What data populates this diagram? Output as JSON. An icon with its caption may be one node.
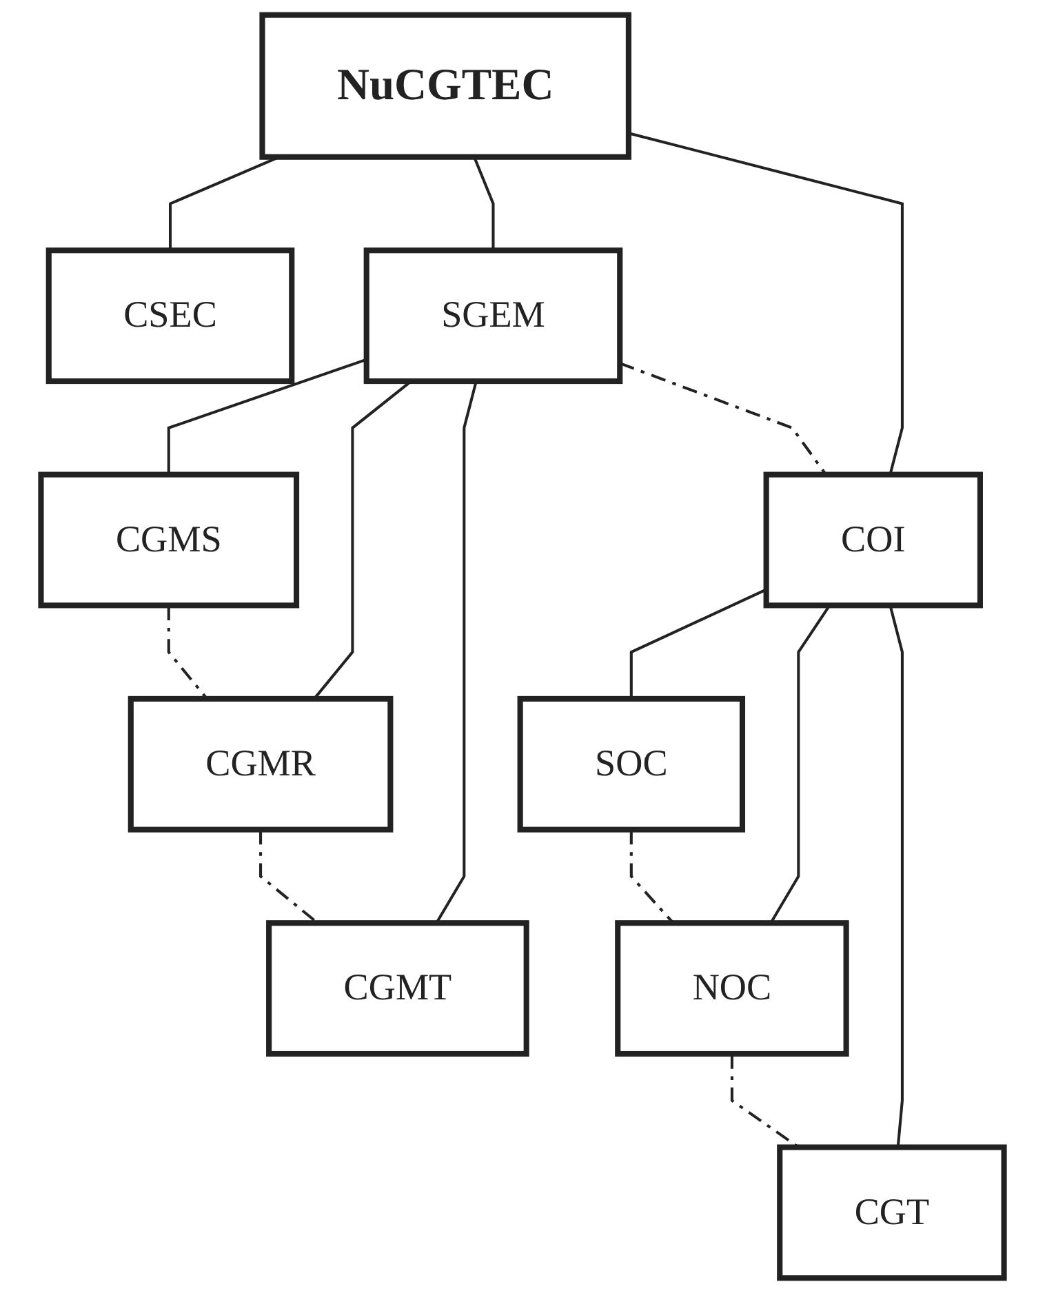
{
  "diagram": {
    "nodes": [
      {
        "text": [
          "NuCGTEC"
        ]
      },
      {
        "text": [
          "CSEC"
        ]
      },
      {
        "text": [
          "SGEM"
        ]
      },
      {
        "text": [
          "COI"
        ]
      },
      {
        "text": [
          "CGMS"
        ]
      },
      {
        "text": [
          "CGMR"
        ]
      },
      {
        "text": [
          "CGMT"
        ]
      },
      {
        "text": [
          "SOC"
        ]
      },
      {
        "text": [
          "NOC"
        ]
      },
      {
        "text": [
          "CGT"
        ]
      }
    ],
    "edges": [
      {
        "from": 0,
        "to": 1,
        "arrow": "none"
      },
      {
        "from": 0,
        "to": 2,
        "arrow": "none"
      },
      {
        "from": 0,
        "to": 3,
        "arrow": "none"
      },
      {
        "from": 2,
        "to": 3,
        "arrow": "none",
        "style": "dashed"
      },
      {
        "from": 2,
        "to": 4,
        "arrow": "none"
      },
      {
        "from": 2,
        "to": 5,
        "arrow": "none"
      },
      {
        "from": 2,
        "to": 6,
        "arrow": "none"
      },
      {
        "from": 3,
        "to": 7,
        "arrow": "none"
      },
      {
        "from": 3,
        "to": 8,
        "arrow": "none"
      },
      {
        "from": 3,
        "to": 9,
        "arrow": "none"
      },
      {
        "from": 4,
        "to": 5,
        "arrow": "none",
        "style": "dashed"
      },
      {
        "from": 5,
        "to": 6,
        "arrow": "none",
        "style": "dashed"
      },
      {
        "from": 7,
        "to": 8,
        "arrow": "none",
        "style": "dashed"
      },
      {
        "from": 8,
        "to": 9,
        "arrow": "none",
        "style": "dashed"
      }
    ]
  }
}
